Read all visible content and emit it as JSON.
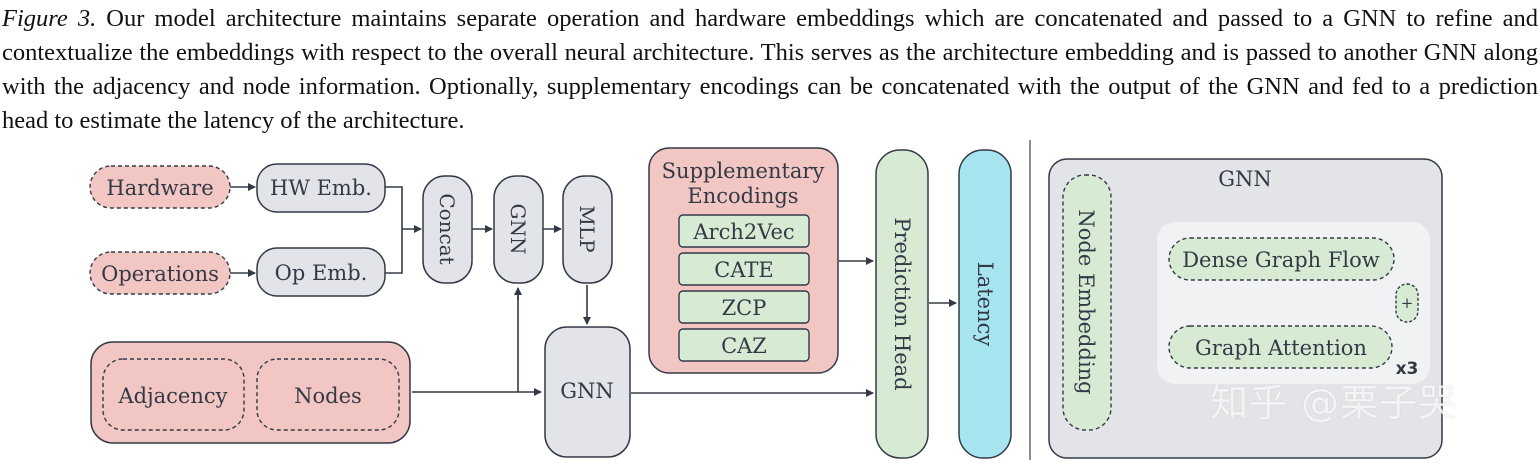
{
  "caption": {
    "label": "Figure 3.",
    "text": "Our model architecture maintains separate operation and hardware embeddings which are concatenated and passed to a GNN to refine and contextualize the embeddings with respect to the overall neural architecture. This serves as the architecture embedding and is passed to another GNN along with the adjacency and node information. Optionally, supplementary encodings can be concatenated with the output of the GNN and fed to a prediction head to estimate the latency of the architecture."
  },
  "diagram": {
    "inputs": {
      "hardware": "Hardware",
      "operations": "Operations",
      "adjacency": "Adjacency",
      "nodes": "Nodes"
    },
    "embeddings": {
      "hw": "HW Emb.",
      "op": "Op Emb."
    },
    "blocks": {
      "concat": "Concat",
      "gnn_small": "GNN",
      "mlp": "MLP",
      "gnn_main": "GNN",
      "prediction_head": "Prediction Head",
      "latency": "Latency"
    },
    "supplementary": {
      "title_line1": "Supplementary",
      "title_line2": "Encodings",
      "items": [
        "Arch2Vec",
        "CATE",
        "ZCP",
        "CAZ"
      ]
    },
    "gnn_detail": {
      "title": "GNN",
      "node_embedding": "Node Embedding",
      "dense_graph_flow": "Dense Graph Flow",
      "graph_attention": "Graph Attention",
      "plus": "+",
      "repeat": "x3"
    },
    "colors": {
      "pink": "#f2c6c2",
      "gray": "#e2e4ea",
      "green": "#d7ead3",
      "cyan": "#a6e4ef",
      "panel": "#e3e4e8",
      "inner_panel": "#f1f2f4"
    }
  },
  "watermark": "知乎 @栗子哭"
}
